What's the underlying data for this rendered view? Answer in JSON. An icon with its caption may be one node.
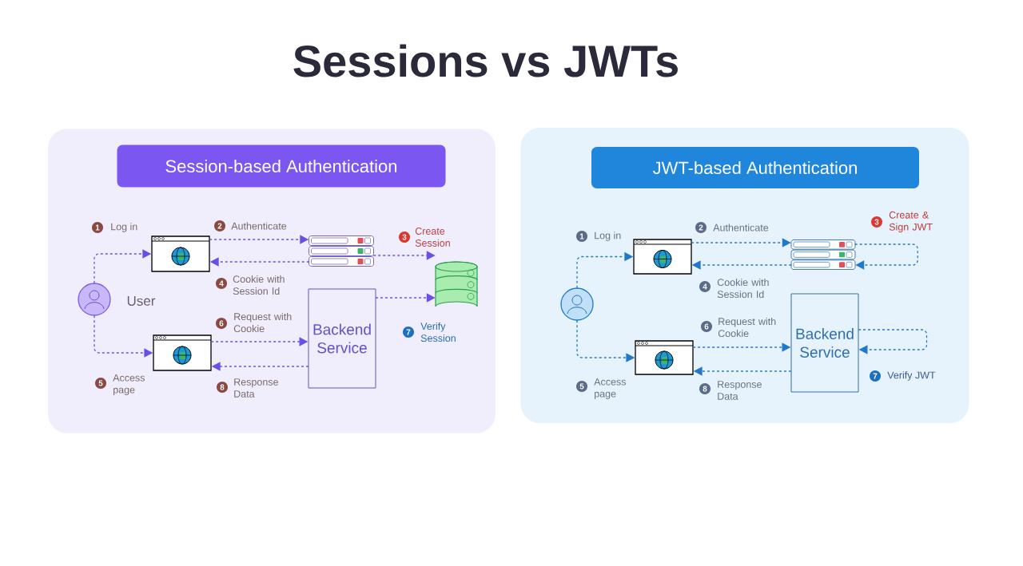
{
  "diagram": {
    "title": "Sessions vs JWTs",
    "nodes": [
      {
        "text": [],
        "shape": "box"
      },
      {
        "text": [
          "Session-based Authentication"
        ],
        "in": 0
      },
      {
        "text": [],
        "shape": "person",
        "in": 0,
        "beside": [
          "User"
        ]
      },
      {
        "text": [],
        "shape": "window",
        "in": 0
      },
      {
        "text": [],
        "shape": "window",
        "in": 0
      },
      {
        "text": [],
        "shape": "server",
        "in": 0
      },
      {
        "text": [],
        "shape": "cylinder",
        "in": 0
      },
      {
        "text": [
          "Backend Service"
        ],
        "in": 0
      },
      {
        "text": [],
        "shape": "box"
      },
      {
        "text": [
          "JWT-based Authentication"
        ],
        "in": 8
      },
      {
        "text": [],
        "shape": "person",
        "in": 8
      },
      {
        "text": [],
        "shape": "window",
        "in": 8
      },
      {
        "text": [],
        "shape": "window",
        "in": 8
      },
      {
        "text": [],
        "shape": "server",
        "in": 8
      },
      {
        "text": [
          "Backend Service"
        ],
        "in": 8
      }
    ],
    "edges": [
      {
        "from": 2,
        "to": 3,
        "arrow": "to",
        "label": "Log in",
        "color": "#6a4ee6"
      },
      {
        "from": 3,
        "to": 5,
        "arrow": "to",
        "label": "Authenticate",
        "color": "#6a4ee6"
      },
      {
        "from": 5,
        "to": 6,
        "arrow": "to",
        "label": "Create Session",
        "color": "#6a4ee6"
      },
      {
        "from": 5,
        "to": 3,
        "arrow": "to",
        "label": "Cookie with Session Id",
        "color": "#6a4ee6"
      },
      {
        "from": 2,
        "to": 4,
        "arrow": "to",
        "label": "Access page",
        "color": "#6a4ee6"
      },
      {
        "from": 4,
        "to": 7,
        "arrow": "to",
        "label": "Request with Cookie",
        "color": "#6a4ee6"
      },
      {
        "from": 7,
        "to": 6,
        "arrow": "to",
        "label": "Verify Session",
        "color": "#6a4ee6"
      },
      {
        "from": 7,
        "to": 4,
        "arrow": "to",
        "label": "Response Data",
        "color": "#6a4ee6"
      },
      {
        "from": 10,
        "to": 11,
        "arrow": "to",
        "label": "Log in",
        "color": "#1f78c8"
      },
      {
        "from": 11,
        "to": 13,
        "arrow": "to",
        "label": "Authenticate",
        "color": "#1f78c8"
      },
      {
        "from": 13,
        "to": 13,
        "arrow": "to",
        "label": "Create & Sign JWT",
        "color": "#1f78c8"
      },
      {
        "from": 13,
        "to": 11,
        "arrow": "to",
        "label": "Cookie with Session Id",
        "color": "#1f78c8"
      },
      {
        "from": 10,
        "to": 12,
        "arrow": "to",
        "label": "Access page",
        "color": "#1f78c8"
      },
      {
        "from": 12,
        "to": 14,
        "arrow": "to",
        "label": "Request with Cookie",
        "color": "#1f78c8"
      },
      {
        "from": 14,
        "to": 14,
        "arrow": "to",
        "label": "Verify JWT",
        "color": "#1f78c8"
      },
      {
        "from": 14,
        "to": 12,
        "arrow": "to",
        "label": "Response Data",
        "color": "#1f78c8"
      }
    ],
    "labels": [
      "1",
      "2",
      "3",
      "4",
      "5",
      "6",
      "7",
      "8",
      "1",
      "2",
      "3",
      "4",
      "5",
      "6",
      "7",
      "8"
    ]
  }
}
